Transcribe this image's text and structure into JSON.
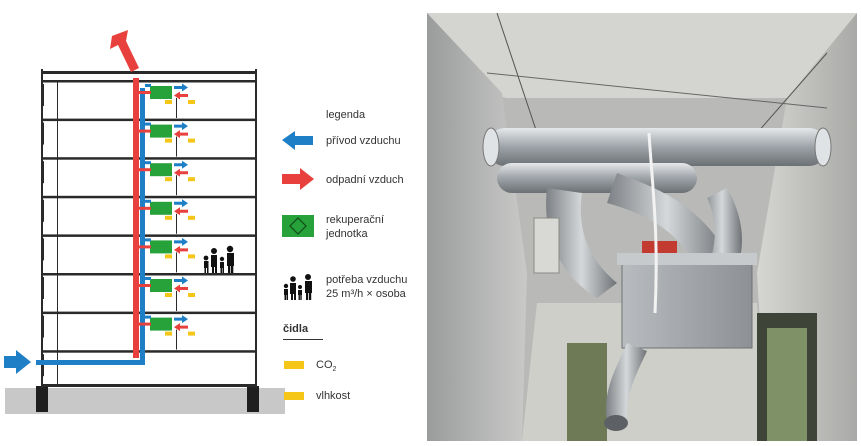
{
  "legend": {
    "title": "legenda",
    "supply_air": "přívod vzduchu",
    "exhaust_air": "odpadní vzduch",
    "recovery_unit_line1": "rekuperační",
    "recovery_unit_line2": "jednotka",
    "air_need_line1": "potřeba vzduchu",
    "air_need_line2": "25 m³/h × osoba"
  },
  "sensors": {
    "title": "čidla",
    "co2_base": "CO",
    "co2_sub": "2",
    "humidity": "vlhkost"
  },
  "colors": {
    "supply": "#1e7fc6",
    "exhaust": "#e8403c",
    "unit": "#27a23a",
    "sensor": "#f5c518",
    "building": "#2a2a2a",
    "ground": "#c8c8c8"
  },
  "building": {
    "floors": 7
  }
}
